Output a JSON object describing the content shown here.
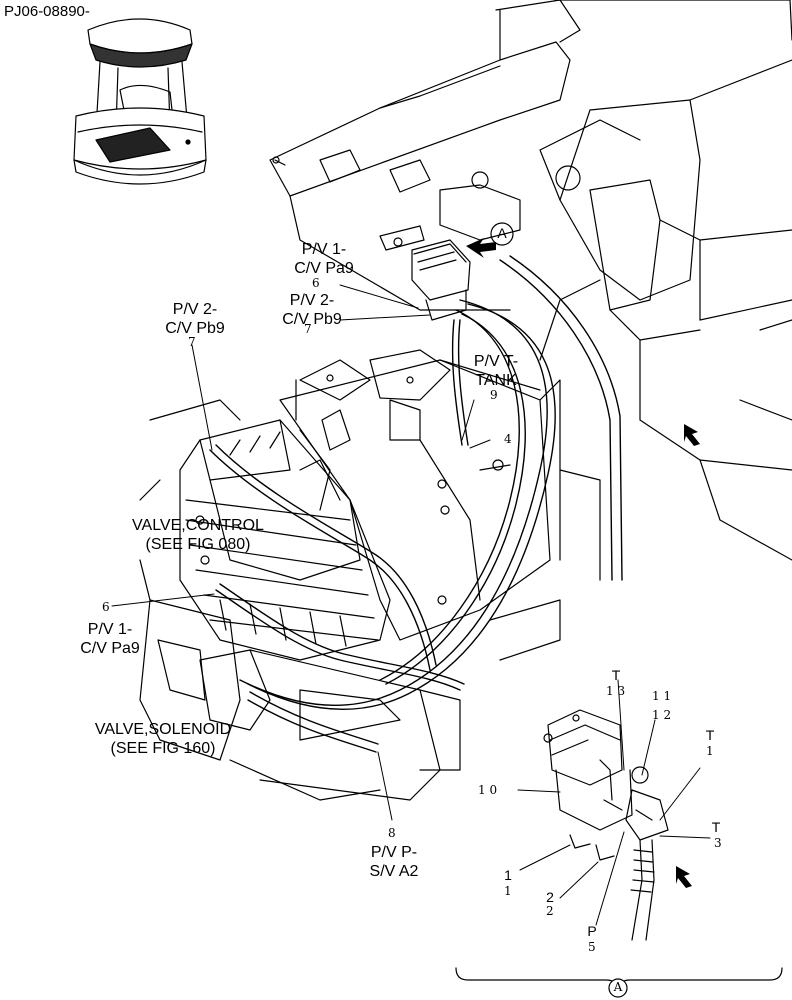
{
  "title": "PJ06-08890-",
  "callouts": {
    "pv1_cv_pa9_top": [
      "P/V 1-",
      "C/V Pa9"
    ],
    "pv2_cv_pb9_top": [
      "P/V 2-",
      "C/V Pb9"
    ],
    "pv2_cv_pb9_left": [
      "P/V 2-",
      "C/V Pb9"
    ],
    "pv_t_tank": [
      "P/V T-",
      "TANK"
    ],
    "valve_control": [
      "VALVE,CONTROL",
      "(SEE FIG 080)"
    ],
    "pv1_cv_pa9_left": [
      "P/V 1-",
      "C/V Pa9"
    ],
    "valve_solenoid": [
      "VALVE,SOLENOID",
      "(SEE FIG 160)"
    ],
    "pv_p_sv_a2": [
      "P/V P-",
      "S/V A2"
    ]
  },
  "item_numbers": {
    "n6_top": "6",
    "n7_top": "7",
    "n7_left": "7",
    "n9": "9",
    "n4": "4",
    "n6_left": "6",
    "n8": "8",
    "n13": "1 3",
    "n11": "1 1",
    "n12": "1 2",
    "n1_right": "1",
    "n10": "1 0",
    "n3": "3",
    "n1_bottom": "1",
    "n2": "2",
    "n5": "5"
  },
  "port_labels": {
    "t_top": "T",
    "t_right": "T",
    "t_lower": "T",
    "p1": "1",
    "p2": "2",
    "p_port": "P"
  },
  "detail_marker": "A"
}
